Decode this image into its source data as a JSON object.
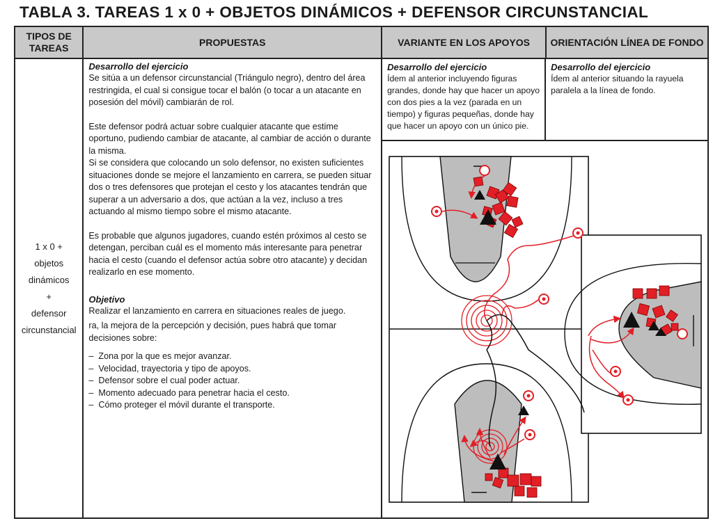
{
  "title": "TABLA 3. TAREAS 1 x 0 + OBJETOS DINÁMICOS + DEFENSOR CIRCUNSTANCIAL",
  "headers": {
    "c1": "TIPOS DE TAREAS",
    "c2": "PROPUESTAS",
    "c3": "VARIANTE EN LOS APOYOS",
    "c4": "ORIENTACIÓN LÍNEA DE FONDO"
  },
  "category": {
    "l1": "1 x 0 +",
    "l2": "objetos",
    "l3": "dinámicos",
    "l4": "+",
    "l5": "defensor",
    "l6": "circunstancial"
  },
  "propuestas": {
    "heading1": "Desarrollo del ejercicio",
    "p1": "Se sitúa a un defensor circunstancial (Triángulo negro), dentro del área restringida, el cual si consigue tocar el balón (o tocar a un atacante en posesión del móvil) cambiarán de rol.",
    "p2": "Este defensor podrá actuar sobre cualquier atacante que estime oportuno, pudiendo cambiar de atacante, al cambiar de acción o durante la misma.",
    "p3": "Si se considera que colocando un solo defensor, no existen suficientes situaciones donde se mejore el lanzamiento en carrera, se pueden situar dos o tres defensores que protejan el cesto y los atacantes tendrán que superar a un adversario a dos, que actúan a la vez, incluso a tres actuando al mismo tiempo sobre el mismo atacante.",
    "p4": "Es probable que algunos jugadores, cuando estén próximos al cesto se detengan, perciban cuál es el momento más interesante para penetrar hacia el cesto (cuando el defensor actúa sobre otro atacante) y decidan realizarlo en ese momento.",
    "heading2": "Objetivo",
    "p5": "Realizar el lanzamiento en carrera en situaciones reales de juego.",
    "p6": "ra, la mejora de la percepción y decisión, pues habrá que tomar decisiones sobre:",
    "list": [
      "Zona por la que es mejor avanzar.",
      "Velocidad, trayectoria y tipo de apoyos.",
      "Defensor sobre el cual poder actuar.",
      "Momento adecuado para penetrar hacia el cesto.",
      "Cómo proteger el móvil durante el transporte."
    ]
  },
  "variante": {
    "heading": "Desarrollo del ejercicio",
    "text": "Ídem al anterior incluyendo figuras grandes, donde hay que hacer un apoyo con dos pies a la vez (parada en un tiempo) y figuras pequeñas, donde hay que hacer un apoyo con un único pie."
  },
  "orientacion": {
    "heading": "Desarrollo del ejercicio",
    "text": "Ídem al anterior situando la rayuela paralela a la línea de fondo."
  },
  "colors": {
    "header_bg": "#c9c9c9",
    "court_key": "#bdbdbd",
    "red": "#e21f26",
    "black": "#111111"
  }
}
